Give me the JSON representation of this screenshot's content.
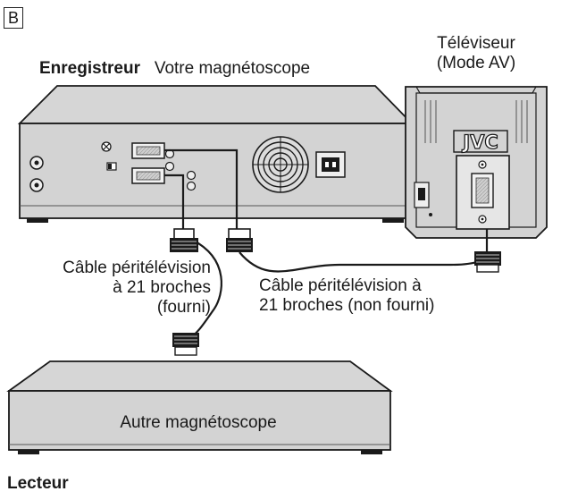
{
  "figure_label": "B",
  "recorder": {
    "title": "Enregistreur",
    "subtitle": "Votre magnétoscope"
  },
  "tv": {
    "line1": "Téléviseur",
    "line2": "(Mode AV)",
    "brand": "JVC"
  },
  "cable_supplied": {
    "line1": "Câble péritélévision",
    "line2": "à 21 broches",
    "line3": "(fourni)"
  },
  "cable_not_supplied": {
    "line1": "Câble péritélévision à",
    "line2": "21 broches (non fourni)"
  },
  "player": {
    "device_label": "Autre magnétoscope",
    "title": "Lecteur"
  },
  "colors": {
    "device_fill": "#d3d3d3",
    "device_stroke": "#1a1a1a",
    "panel_fill": "#e6e6e6",
    "text": "#1a1a1a"
  }
}
